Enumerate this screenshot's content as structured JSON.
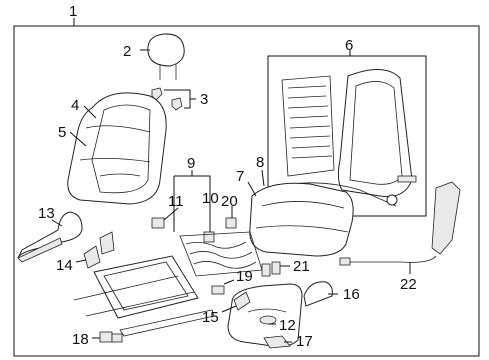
{
  "callouts": {
    "c1": "1",
    "c2": "2",
    "c3": "3",
    "c4": "4",
    "c5": "5",
    "c6": "6",
    "c7": "7",
    "c8": "8",
    "c9": "9",
    "c10": "10",
    "c11": "11",
    "c12": "12",
    "c13": "13",
    "c14": "14",
    "c15": "15",
    "c16": "16",
    "c17": "17",
    "c18": "18",
    "c19": "19",
    "c20": "20",
    "c21": "21",
    "c22": "22"
  },
  "colors": {
    "line": "#111111",
    "background": "#ffffff"
  }
}
